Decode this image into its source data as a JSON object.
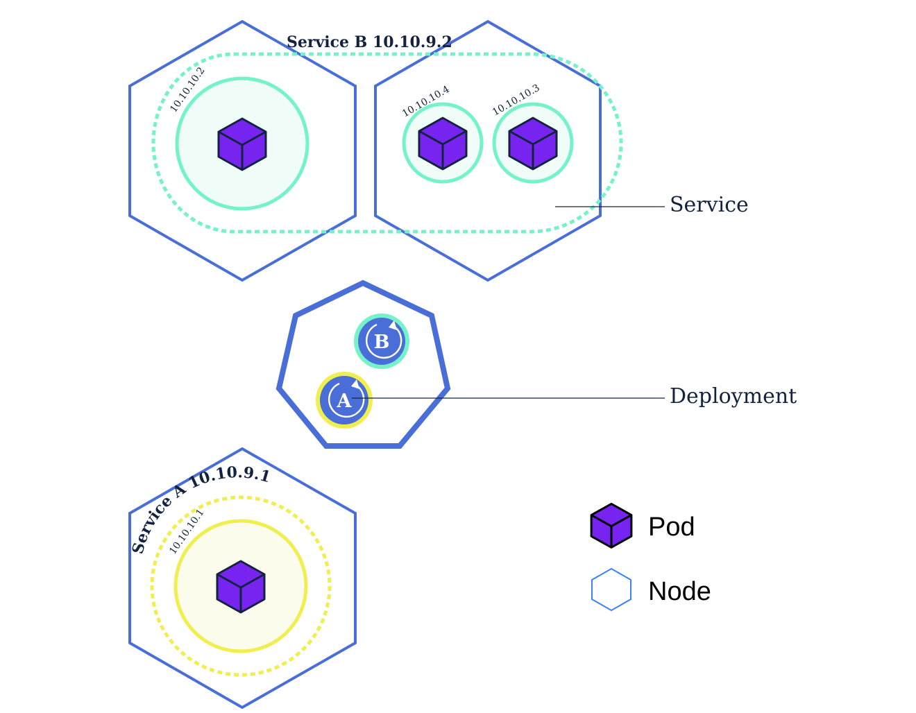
{
  "colors": {
    "node_stroke": "#4a6ed8",
    "service_b": "#74f2ca",
    "service_b_fill": "#effcf8",
    "service_a": "#f0ef4f",
    "service_a_fill": "#fbfcec",
    "pod_fill": "#7724f0",
    "pod_stroke": "#13233f",
    "deployment": "#4a6ed8",
    "text": "#13233f",
    "legend_node": "#3b82f6"
  },
  "service_b": {
    "label": "Service B 10.10.9.2",
    "pods": [
      {
        "ip": "10.10.10.2"
      },
      {
        "ip": "10.10.10.4"
      },
      {
        "ip": "10.10.10.3"
      }
    ]
  },
  "service_a": {
    "label": "Service A  10.10.9.1",
    "pods": [
      {
        "ip": "10.10.10.1"
      }
    ]
  },
  "deployment": {
    "replicas": [
      {
        "letter": "B",
        "service": "Service B"
      },
      {
        "letter": "A",
        "service": "Service A"
      }
    ]
  },
  "callouts": {
    "service": "Service",
    "deployment": "Deployment"
  },
  "legend": {
    "pod": "Pod",
    "node": "Node"
  }
}
